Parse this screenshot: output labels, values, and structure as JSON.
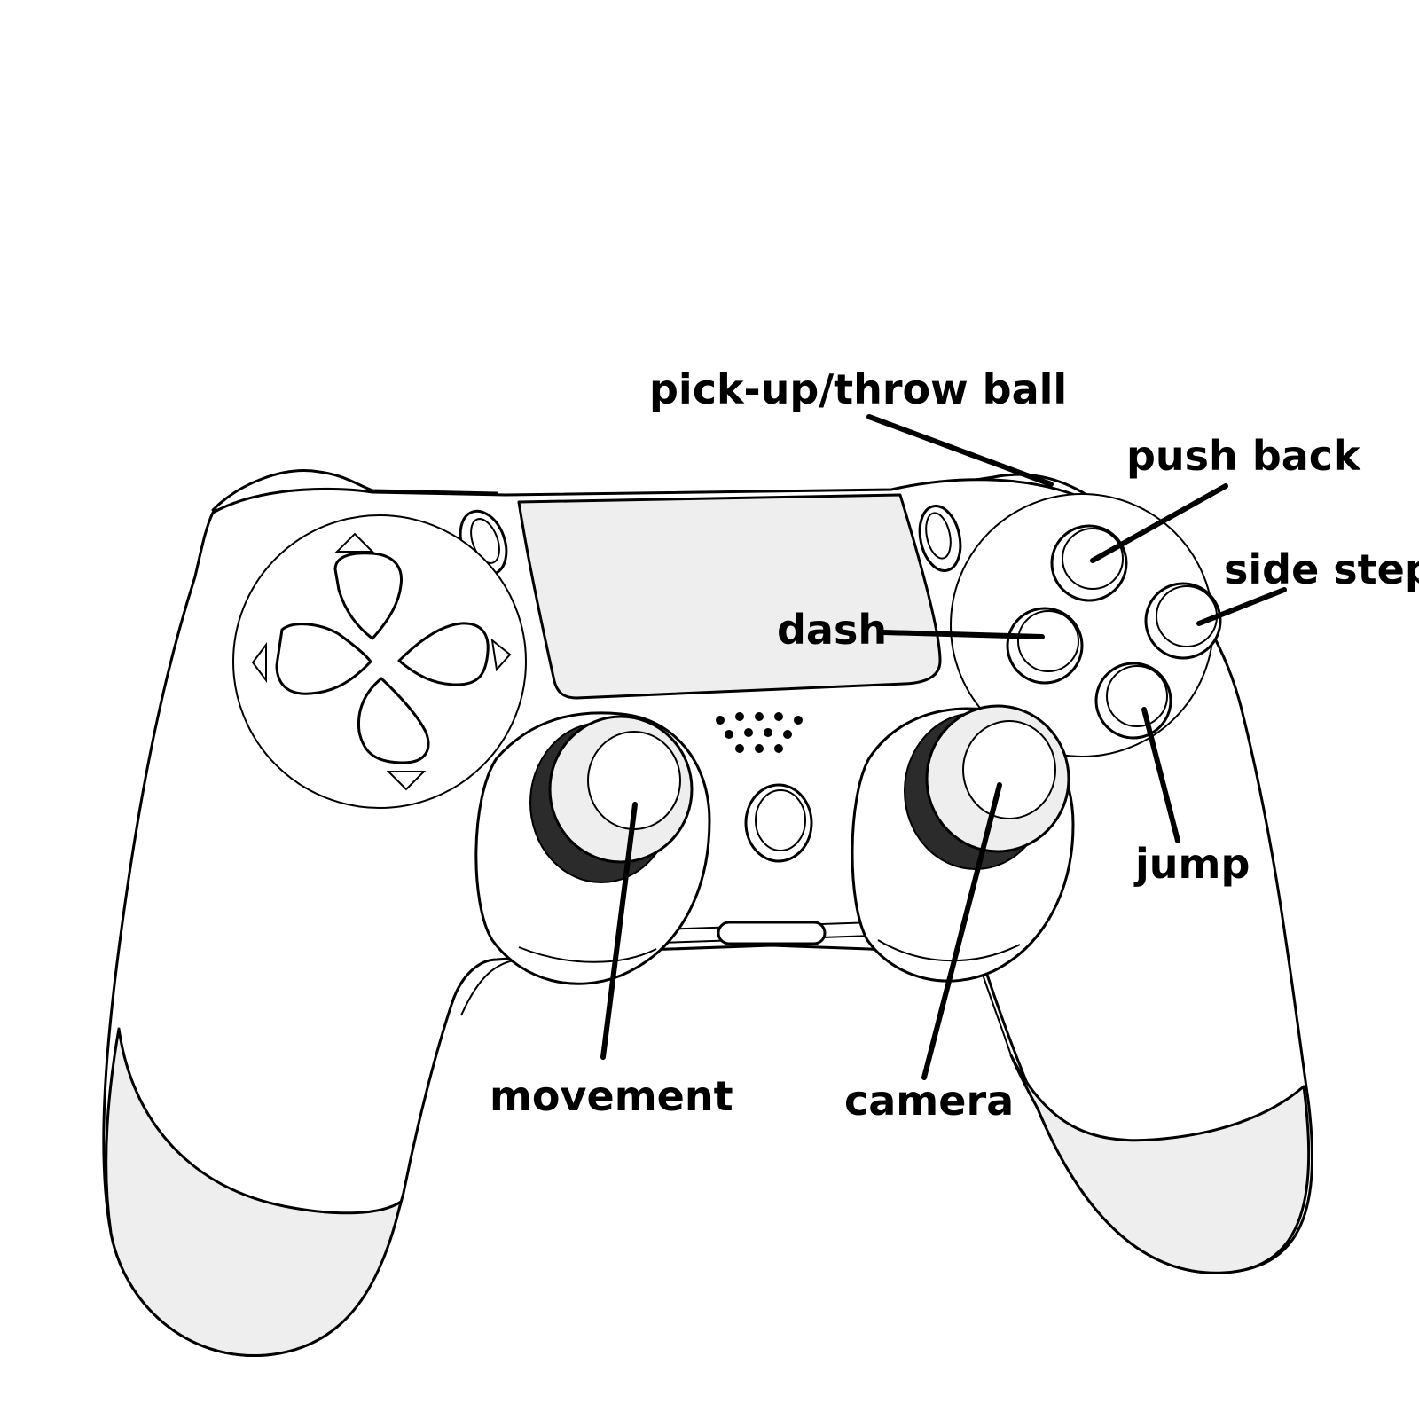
{
  "labels": {
    "pickup": "pick-up/throw ball",
    "push_back": "push back",
    "side_step": "side step",
    "dash": "dash",
    "jump": "jump",
    "movement": "movement",
    "camera": "camera"
  },
  "colors": {
    "line": "#000000",
    "shell": "#ffffff",
    "accent_grey": "#eeeeee",
    "stick_ring": "#2b2b2b"
  }
}
